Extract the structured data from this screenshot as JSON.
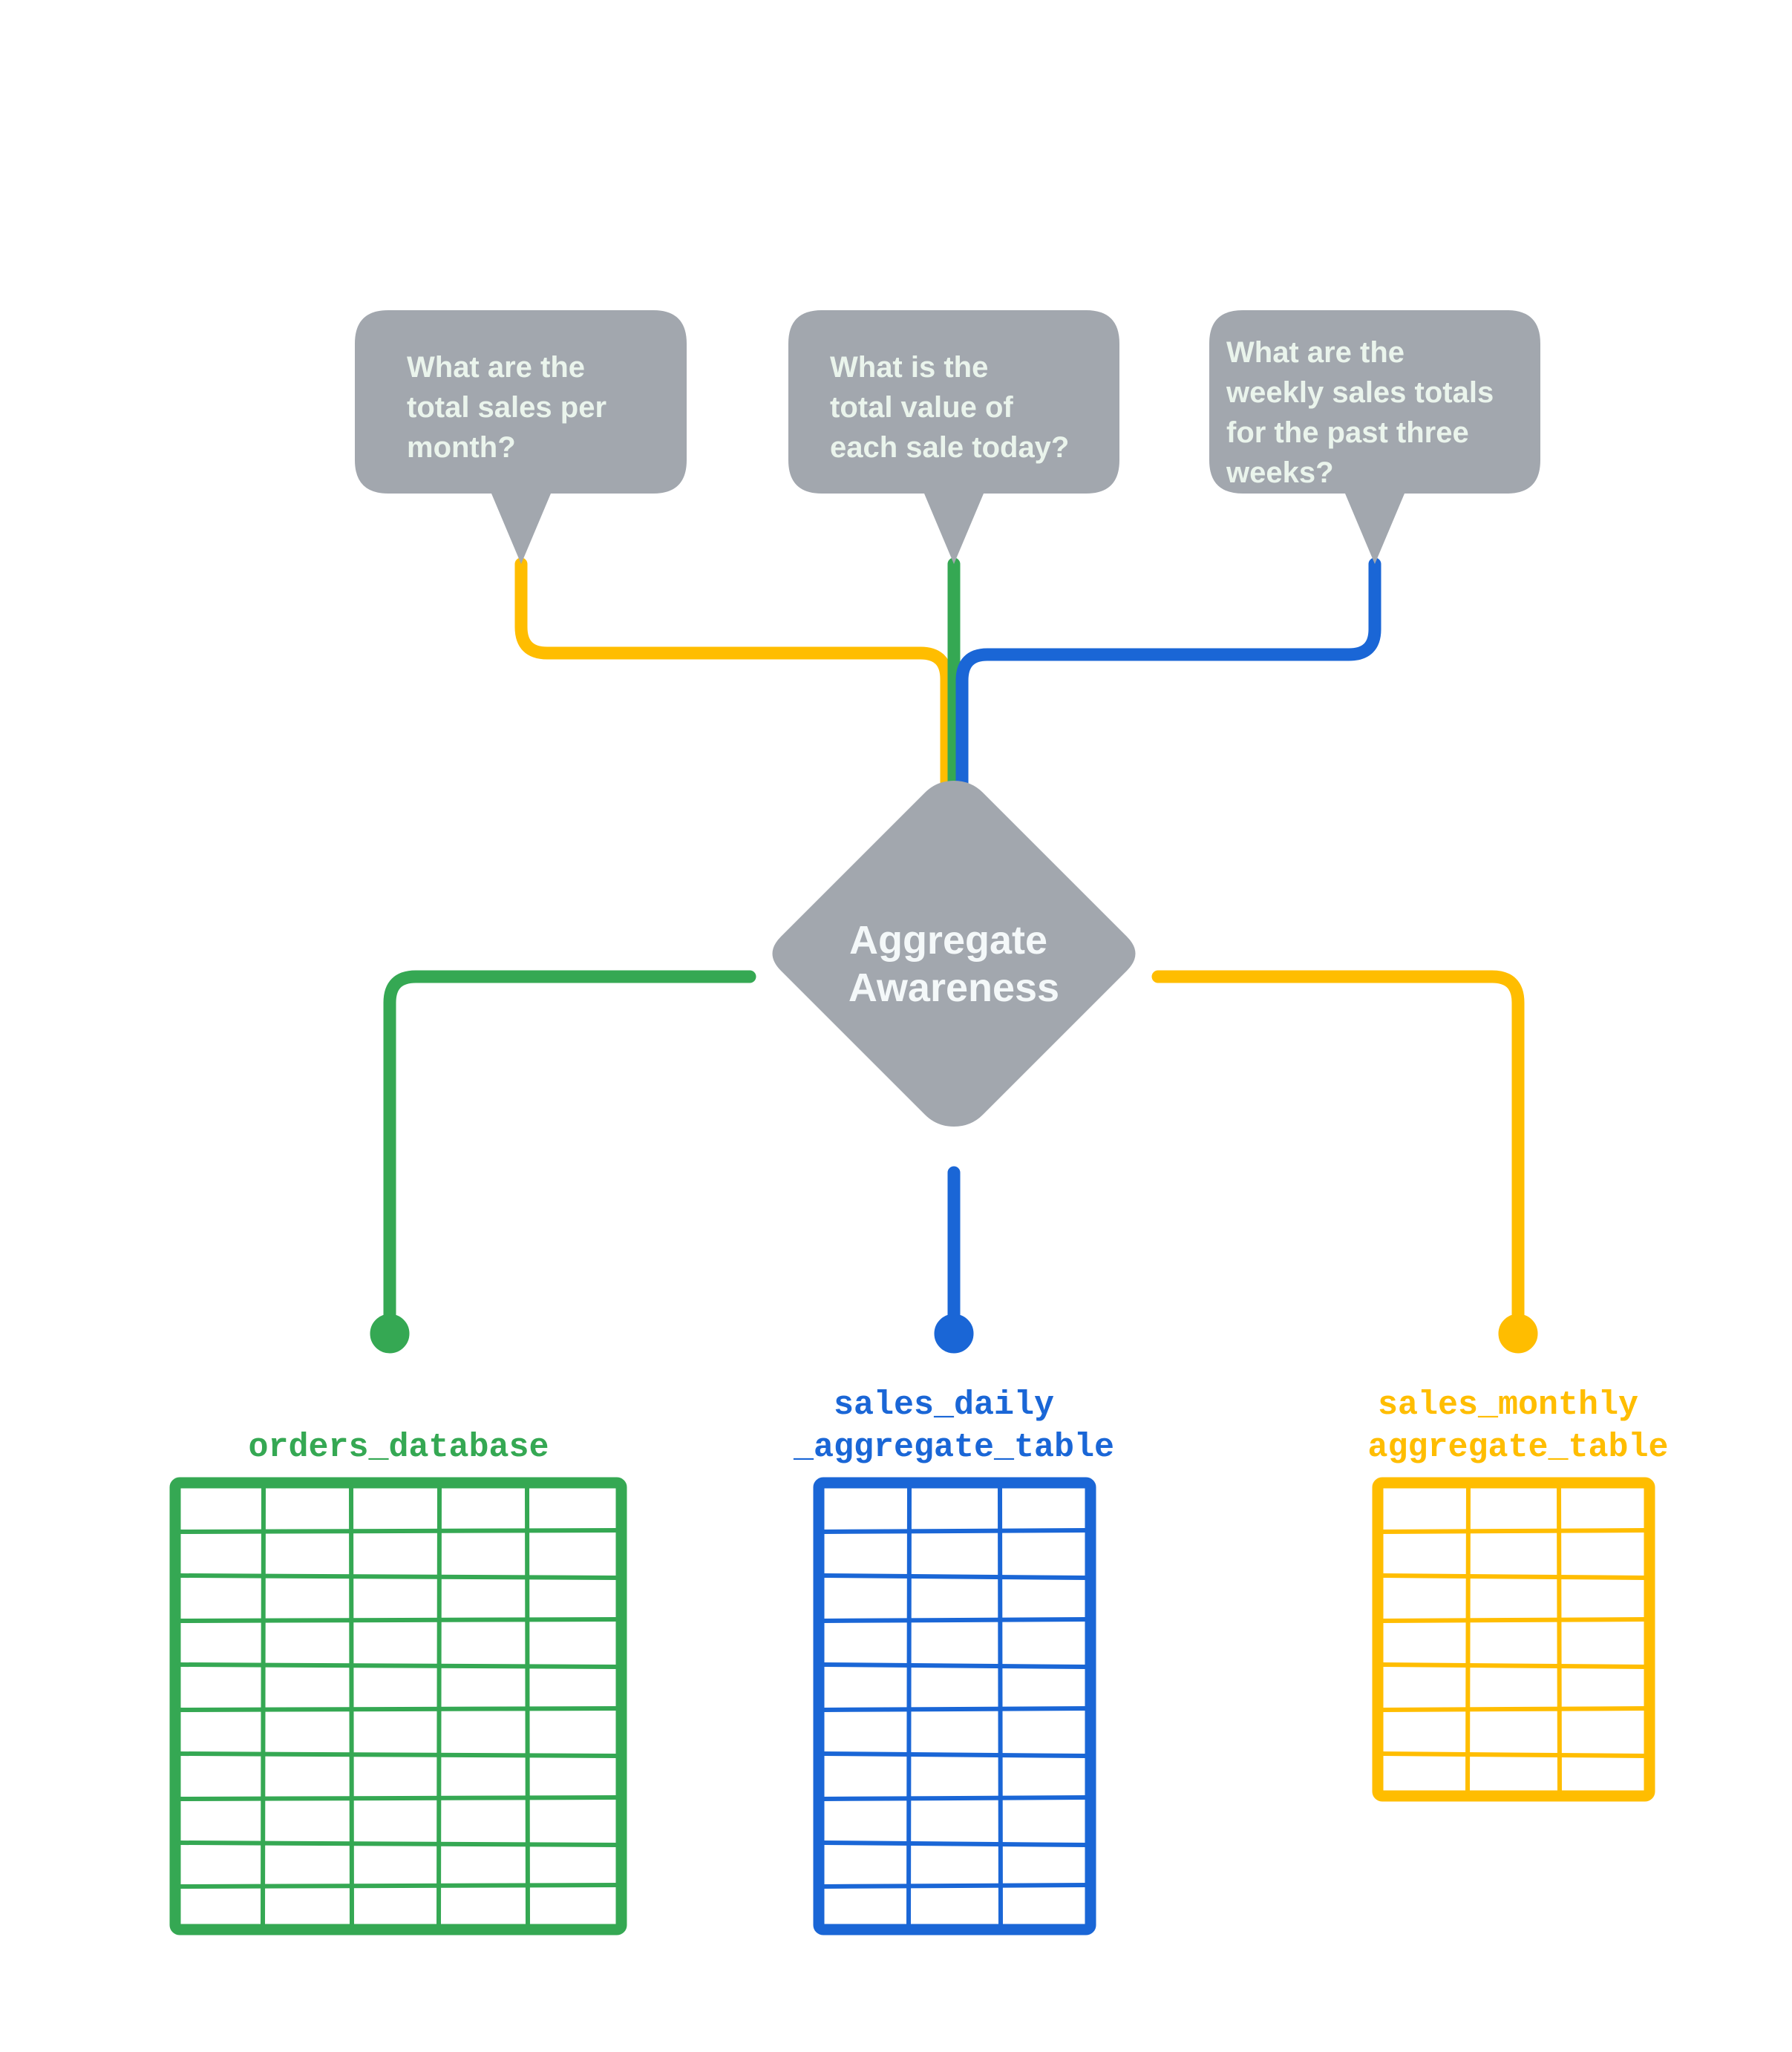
{
  "diagram": {
    "title": "Aggregate Awareness",
    "center_node": {
      "label_line1": "Aggregate",
      "label_line2": "Awareness",
      "shape": "diamond",
      "color": "#a2a7ae"
    },
    "questions": [
      {
        "id": "question-monthly",
        "lines": [
          "What are the",
          "total sales per",
          "month?"
        ],
        "connector_color": "#ffbd00",
        "routes_to": "sales_monthly aggregate_table"
      },
      {
        "id": "question-daily",
        "lines": [
          "What is the",
          "total value of",
          "each sale today?"
        ],
        "connector_color": "#35a853",
        "routes_to": "orders_database"
      },
      {
        "id": "question-weekly",
        "lines": [
          "What are the",
          "weekly sales totals",
          "for the past three",
          "weeks?"
        ],
        "connector_color": "#1a66d6",
        "routes_to": "sales_daily _aggregate_table"
      }
    ],
    "data_sources": [
      {
        "id": "source-orders-database",
        "label_lines": [
          "orders_database"
        ],
        "color": "#35a853",
        "columns": 5,
        "rows": 10
      },
      {
        "id": "source-sales-daily",
        "label_lines": [
          "sales_daily",
          "_aggregate_table"
        ],
        "color": "#1a66d6",
        "columns": 3,
        "rows": 10
      },
      {
        "id": "source-sales-monthly",
        "label_lines": [
          "sales_monthly",
          "aggregate_table"
        ],
        "color": "#ffbd00",
        "columns": 3,
        "rows": 7
      }
    ],
    "colors": {
      "gray": "#a2a7ae",
      "green": "#35a853",
      "blue": "#1a66d6",
      "amber": "#ffbd00",
      "bubble_text": "#eaf4ec",
      "diamond_text": "#f4f8f9",
      "background": "#ffffff"
    }
  }
}
